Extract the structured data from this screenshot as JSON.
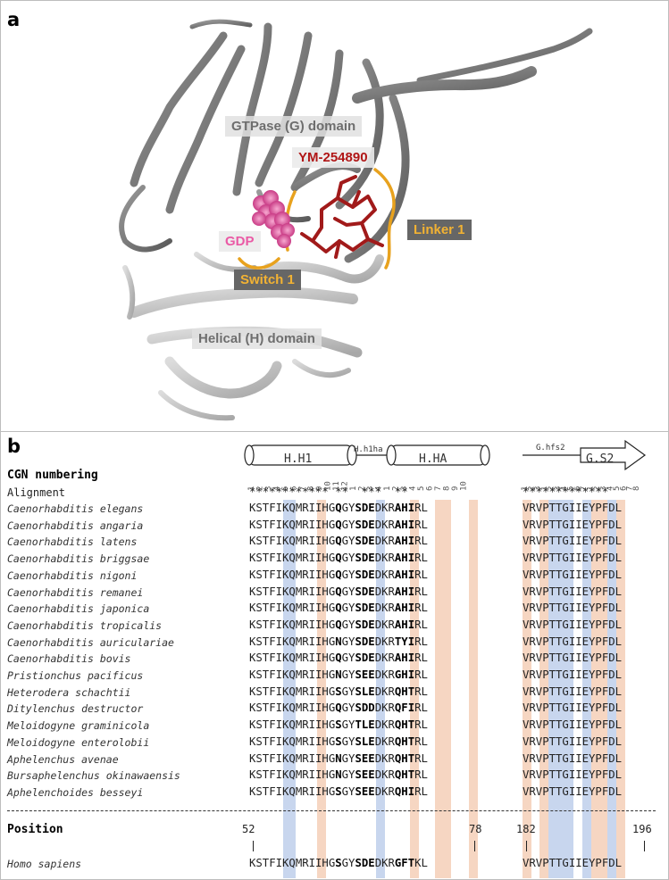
{
  "panel_a": {
    "letter": "a",
    "labels": {
      "g_domain": "GTPase (G) domain",
      "ym": "YM-254890",
      "gdp": "GDP",
      "linker": "Linker 1",
      "switch": "Switch 1",
      "h_domain": "Helical (H) domain"
    },
    "colors": {
      "protein": "#8a8a8a",
      "helical": "#c4c4c4",
      "ligand": "#a11a1a",
      "gdp": "#e0509a",
      "loops": "#e8a21e"
    }
  },
  "panel_b": {
    "letter": "b",
    "cgn_title": "CGN numbering",
    "alignment_label": "Alignment",
    "elements": {
      "h_h1": "H.H1",
      "h_h1ha": "H.h1ha",
      "h_ha": "H.HA",
      "g_hfs2": "G.hfs2",
      "g_s2": "G.S2"
    },
    "stars_left": "************ **  ***  **",
    "stars_right": "*************",
    "rows": [
      {
        "species": "Caenorhabditis elegans",
        "pre": "KSTFIKQMRIIHG",
        "b1": "Q",
        "mid1": "GY",
        "b2": "SDE",
        "mid2": "DKR",
        "b3": "AHI",
        "post": "RL",
        "right": "VRVPTTGIIEYPFDL"
      },
      {
        "species": "Caenorhabditis angaria",
        "pre": "KSTFIKQMRIIHG",
        "b1": "Q",
        "mid1": "GY",
        "b2": "SDE",
        "mid2": "DKR",
        "b3": "AHI",
        "post": "RL",
        "right": "VRVPTTGIIEYPFDL"
      },
      {
        "species": "Caenorhabditis latens",
        "pre": "KSTFIKQMRIIHG",
        "b1": "Q",
        "mid1": "GY",
        "b2": "SDE",
        "mid2": "DKR",
        "b3": "AHI",
        "post": "RL",
        "right": "VRVPTTGIIEYPFDL"
      },
      {
        "species": "Caenorhabditis briggsae",
        "pre": "KSTFIKQMRIIHG",
        "b1": "Q",
        "mid1": "GY",
        "b2": "SDE",
        "mid2": "DKR",
        "b3": "AHI",
        "post": "RL",
        "right": "VRVPTTGIIEYPFDL"
      },
      {
        "species": "Caenorhabditis nigoni",
        "pre": "KSTFIKQMRIIHG",
        "b1": "Q",
        "mid1": "GY",
        "b2": "SDE",
        "mid2": "DKR",
        "b3": "AHI",
        "post": "RL",
        "right": "VRVPTTGIIEYPFDL"
      },
      {
        "species": "Caenorhabditis remanei",
        "pre": "KSTFIKQMRIIHG",
        "b1": "Q",
        "mid1": "GY",
        "b2": "SDE",
        "mid2": "DKR",
        "b3": "AHI",
        "post": "RL",
        "right": "VRVPTTGIIEYPFDL"
      },
      {
        "species": "Caenorhabditis japonica",
        "pre": "KSTFIKQMRIIHG",
        "b1": "Q",
        "mid1": "GY",
        "b2": "SDE",
        "mid2": "DKR",
        "b3": "AHI",
        "post": "RL",
        "right": "VRVPTTGIIEYPFDL"
      },
      {
        "species": "Caenorhabditis tropicalis",
        "pre": "KSTFIKQMRIIHG",
        "b1": "Q",
        "mid1": "GY",
        "b2": "SDE",
        "mid2": "DKR",
        "b3": "AHI",
        "post": "RL",
        "right": "VRVPTTGIIEYPFDL"
      },
      {
        "species": "Caenorhabditis auriculariae",
        "pre": "KSTFIKQMRIIHG",
        "b1": "N",
        "mid1": "GY",
        "b2": "SDE",
        "mid2": "DKR",
        "b3": "TYI",
        "post": "RL",
        "right": "VRVPTTGIIEYPFDL"
      },
      {
        "species": "Caenorhabditis bovis",
        "pre": "KSTFIKQMRIIHG",
        "b1": "Q",
        "mid1": "GY",
        "b2": "SDE",
        "mid2": "DKR",
        "b3": "AHI",
        "post": "RL",
        "right": "VRVPTTGIIEYPFDL"
      },
      {
        "species": "Pristionchus pacificus",
        "pre": "KSTFIKQMRIIHG",
        "b1": "N",
        "mid1": "GY",
        "b2": "SEE",
        "mid2": "DKR",
        "b3": "GHI",
        "post": "RL",
        "right": "VRVPTTGIIEYPFDL"
      },
      {
        "species": "Heterodera schachtii",
        "pre": "KSTFIKQMRIIHG",
        "b1": "S",
        "mid1": "GY",
        "b2": "SLE",
        "mid2": "DKR",
        "b3": "QHT",
        "post": "RL",
        "right": "VRVPTTGIIEYPFDL"
      },
      {
        "species": "Ditylenchus destructor",
        "pre": "KSTFIKQMRIIHG",
        "b1": "Q",
        "mid1": "GY",
        "b2": "SDD",
        "mid2": "DKR",
        "b3": "QFI",
        "post": "RL",
        "right": "VRVPTTGIIEYPFDL"
      },
      {
        "species": "Meloidogyne graminicola",
        "pre": "KSTFIKQMRIIHG",
        "b1": "S",
        "mid1": "GY",
        "b2": "TLE",
        "mid2": "DKR",
        "b3": "QHT",
        "post": "RL",
        "right": "VRVPTTGIIEYPFDL"
      },
      {
        "species": "Meloidogyne enterolobii",
        "pre": "KSTFIKQMRIIHG",
        "b1": "S",
        "mid1": "GY",
        "b2": "SLE",
        "mid2": "DKR",
        "b3": "QHT",
        "post": "RL",
        "right": "VRVPTTGIIEYPFDL"
      },
      {
        "species": "Aphelenchus avenae",
        "pre": "KSTFIKQMRIIHG",
        "b1": "N",
        "mid1": "GY",
        "b2": "SEE",
        "mid2": "DKR",
        "b3": "QHT",
        "post": "RL",
        "right": "VRVPTTGIIEYPFDL"
      },
      {
        "species": "Bursaphelenchus okinawaensis",
        "pre": "KSTFIKQMRIIHG",
        "b1": "N",
        "mid1": "GY",
        "b2": "SEE",
        "mid2": "DKR",
        "b3": "QHT",
        "post": "RL",
        "right": "VRVPTTGIIEYPFDL"
      },
      {
        "species": "Aphelenchoides besseyi",
        "pre": "KSTFIKQMRIIHG",
        "b1": "S",
        "mid1": "GY",
        "b2": "SEE",
        "mid2": "DKR",
        "b3": "QHI",
        "post": "RL",
        "right": "VRVPTTGIIEYPFDL"
      }
    ],
    "position_label": "Position",
    "positions": {
      "p52": "52",
      "p78": "78",
      "p182": "182",
      "p196": "196"
    },
    "human": {
      "species": "Homo sapiens",
      "pre": "KSTFIKQMRIIHG",
      "b1": "S",
      "mid1": "GY",
      "b2": "SDE",
      "mid2": "DKR",
      "b3": "GFT",
      "post": "KL",
      "right": "VRVPTTGIIEYPFDL"
    },
    "highlight_colors": {
      "blue": "#c8d6ee",
      "orange": "#f6d6c2"
    }
  }
}
